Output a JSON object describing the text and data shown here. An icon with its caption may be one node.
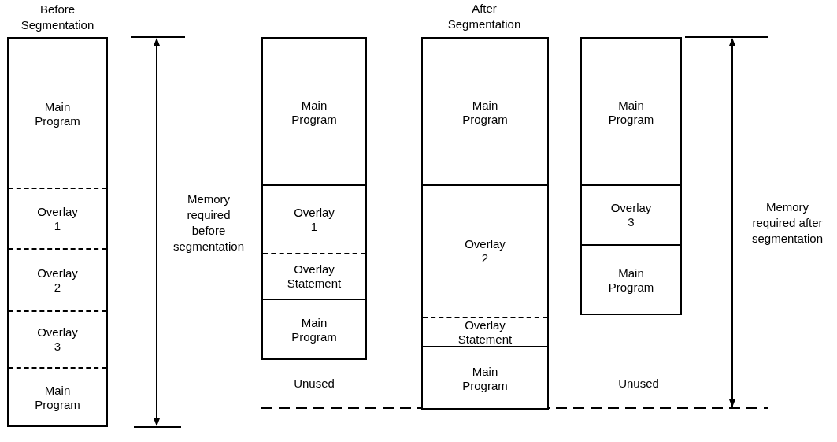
{
  "diagram": {
    "nodes": [
      {
        "text": [],
        "shape": "box"
      },
      {
        "text": [
          "Main Program"
        ],
        "in": 0
      },
      {
        "text": [
          "Overlay 1"
        ],
        "in": 0
      },
      {
        "text": [
          "Overlay 2"
        ],
        "in": 0
      },
      {
        "text": [
          "Overlay 3"
        ],
        "in": 0
      },
      {
        "text": [
          "Main Program"
        ],
        "in": 0
      },
      {
        "text": [],
        "shape": "box"
      },
      {
        "text": [
          "Main Program"
        ],
        "in": 6
      },
      {
        "text": [
          "Overlay 1"
        ],
        "in": 6
      },
      {
        "text": [
          "Overlay Statement"
        ],
        "in": 6
      },
      {
        "text": [
          "Main Program"
        ],
        "in": 6
      },
      {
        "text": [],
        "shape": "box"
      },
      {
        "text": [
          "Main Program"
        ],
        "in": 11
      },
      {
        "text": [
          "Overlay 2"
        ],
        "in": 11
      },
      {
        "text": [
          "Overlay Statement"
        ],
        "in": 11
      },
      {
        "text": [
          "Main Program"
        ],
        "in": 11
      },
      {
        "text": [],
        "shape": "box"
      },
      {
        "text": [
          "Main Program"
        ],
        "in": 16
      },
      {
        "text": [
          "Overlay 3"
        ],
        "in": 16
      },
      {
        "text": [
          "Main Program"
        ],
        "in": 16
      }
    ],
    "labels": [
      "Before Segmentation",
      "After Segmentation",
      "Memory required before segmentation",
      "Unused",
      "Memory required after segmentation",
      "Unused"
    ]
  }
}
